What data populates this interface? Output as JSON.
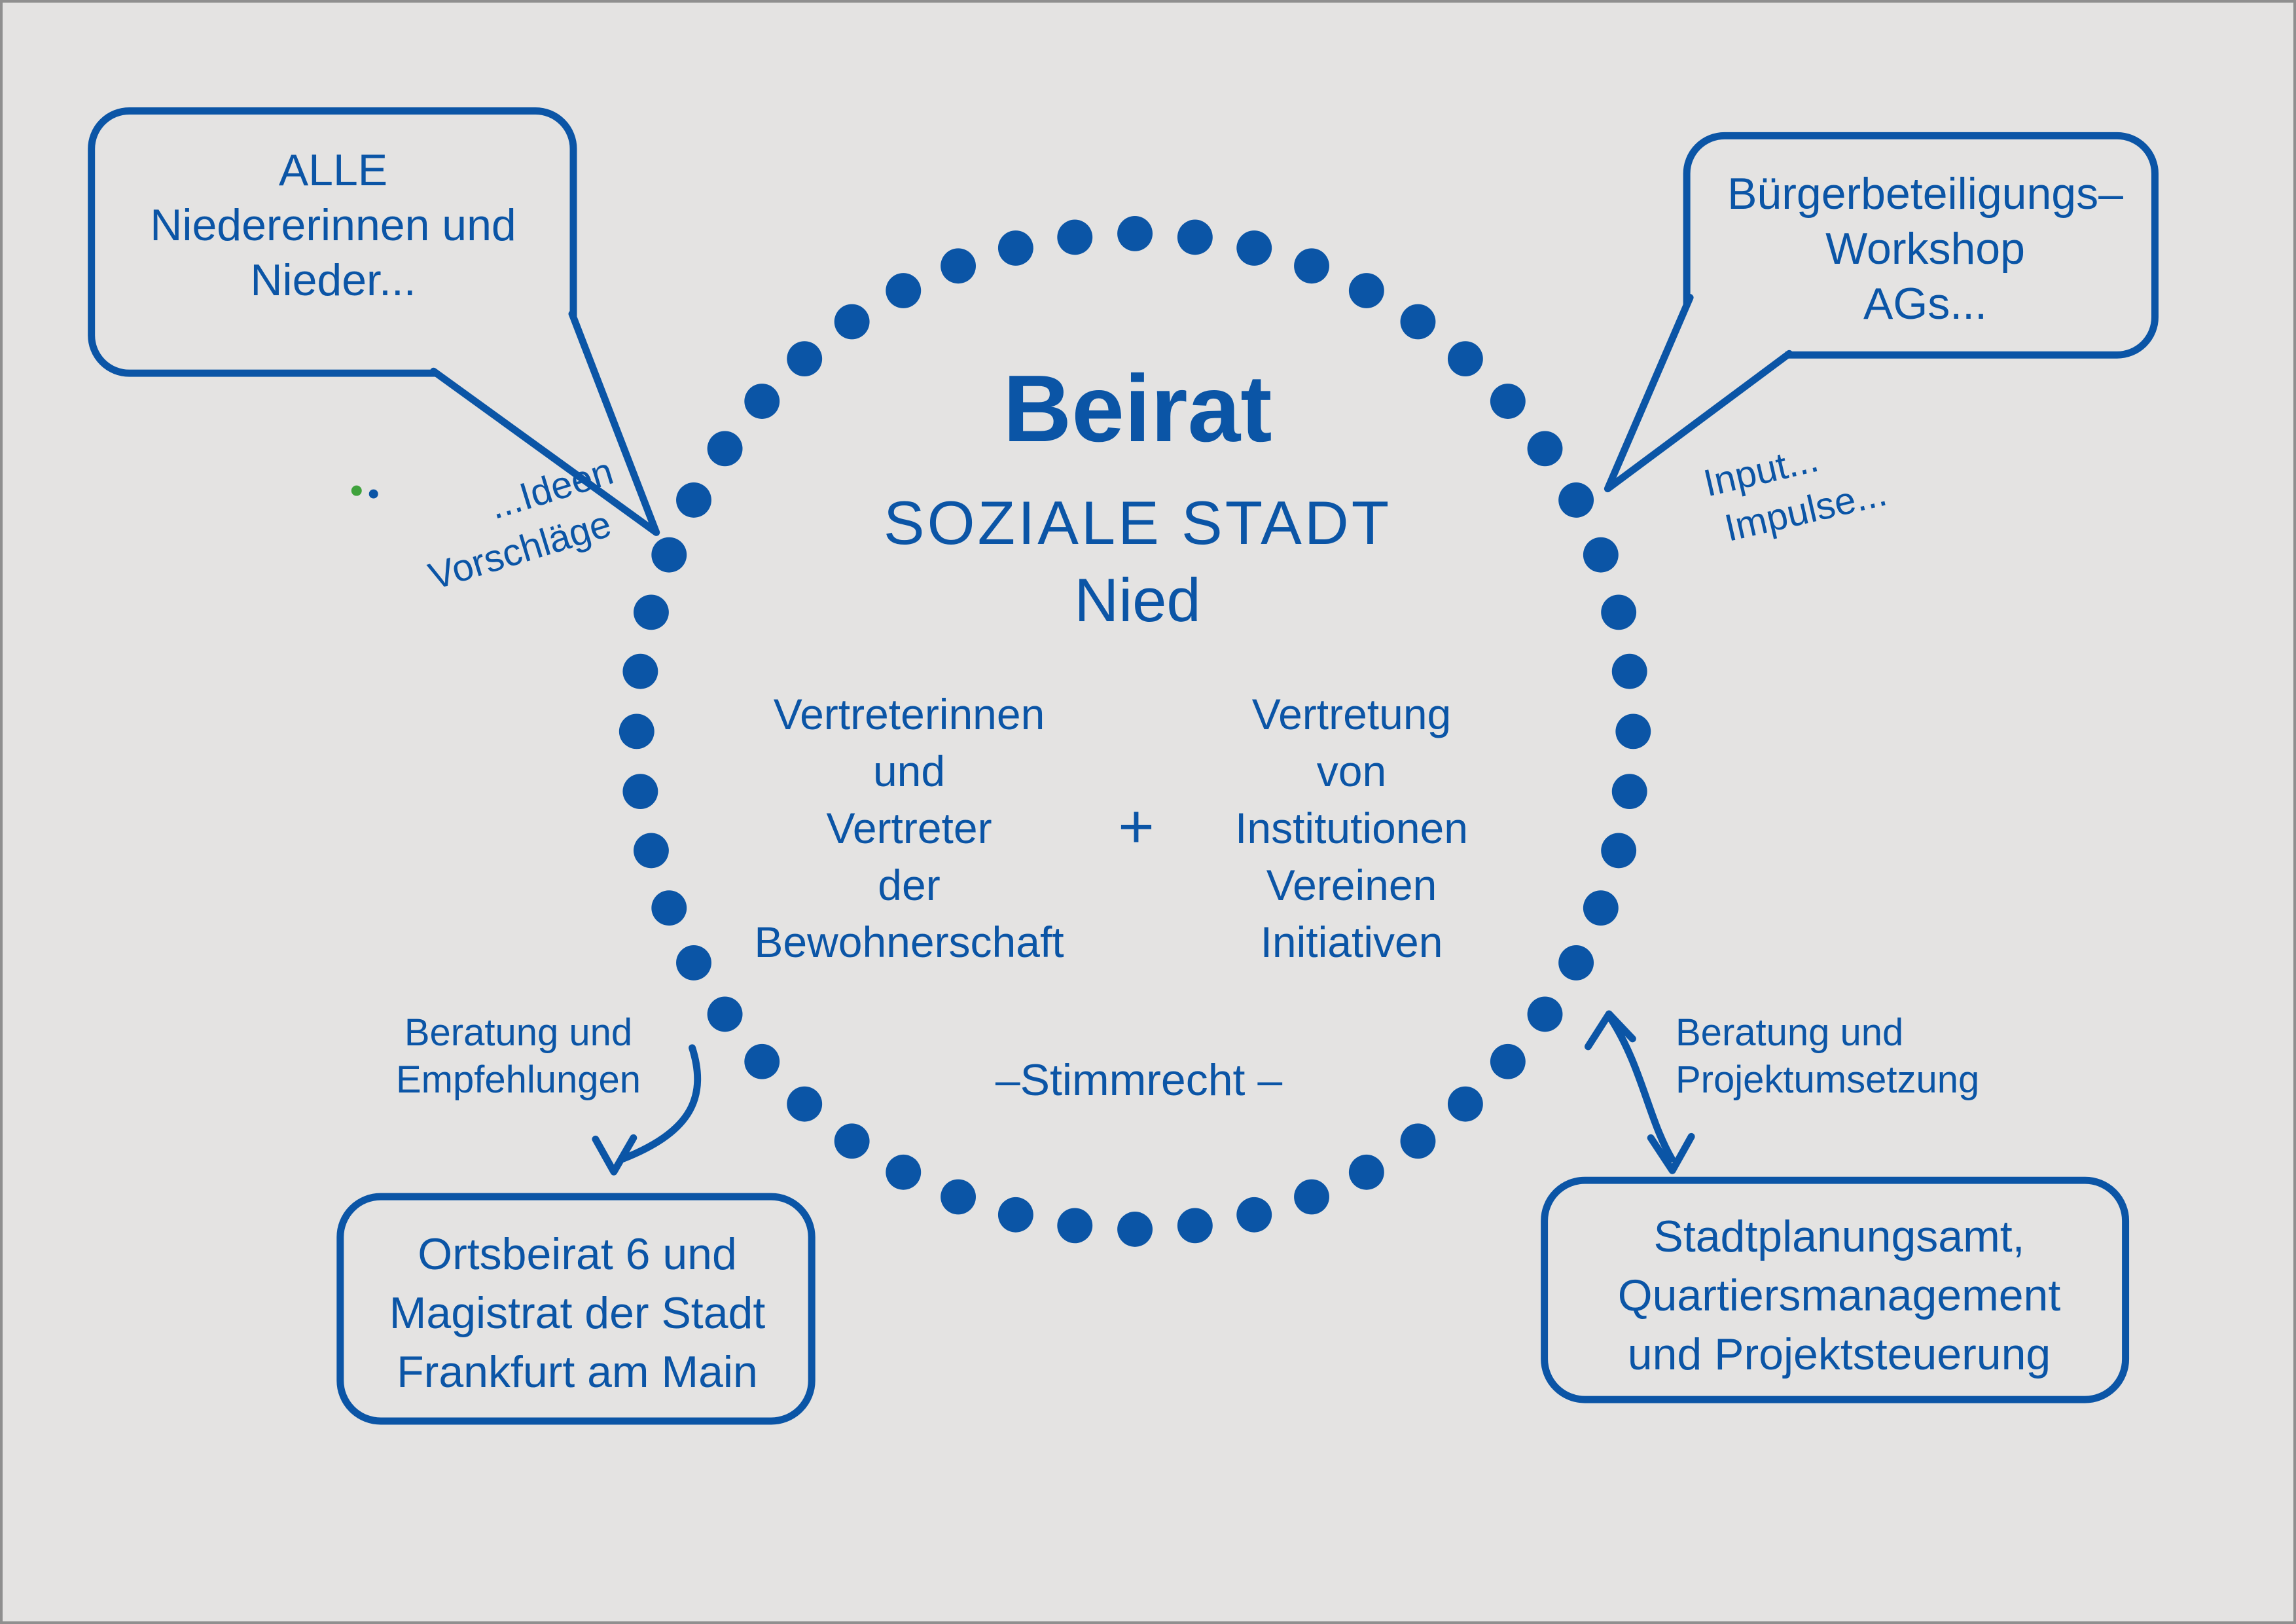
{
  "colors": {
    "blue": "#0b55a6",
    "background": "#e4e3e2",
    "frame": "#8f8f8f",
    "green": "#3fa23c"
  },
  "center": {
    "title": "Beirat",
    "subtitle": "SOZIALE STADT",
    "district": "Nied",
    "left_column": [
      "Vertreterinnen",
      "und",
      "Vertreter",
      "der",
      "Bewohnerschaft"
    ],
    "plus": "+",
    "right_column": [
      "Vertretung",
      "von",
      "Institutionen",
      "Vereinen",
      "Initiativen"
    ],
    "voting_note": "–Stimmrecht –"
  },
  "speech_bubbles": {
    "top_left": [
      "ALLE",
      "Niedererinnen und",
      "Nieder..."
    ],
    "top_right": [
      "Bürgerbeteiligungs–",
      "Workshop",
      "AGs..."
    ]
  },
  "boxes": {
    "bottom_left": [
      "Ortsbeirat 6 und",
      "Magistrat der Stadt",
      "Frankfurt am Main"
    ],
    "bottom_right": [
      "Stadtplanungsamt,",
      "Quartiersmanagement",
      "und Projektsteuerung"
    ]
  },
  "annotations": {
    "ideas": [
      "...Ideen",
      "Vorschläge"
    ],
    "input": [
      "Input...",
      "Impulse..."
    ],
    "advice_left": [
      "Beratung und",
      "Empfehlungen"
    ],
    "advice_right": [
      "Beratung und",
      "Projektumsetzung"
    ]
  }
}
